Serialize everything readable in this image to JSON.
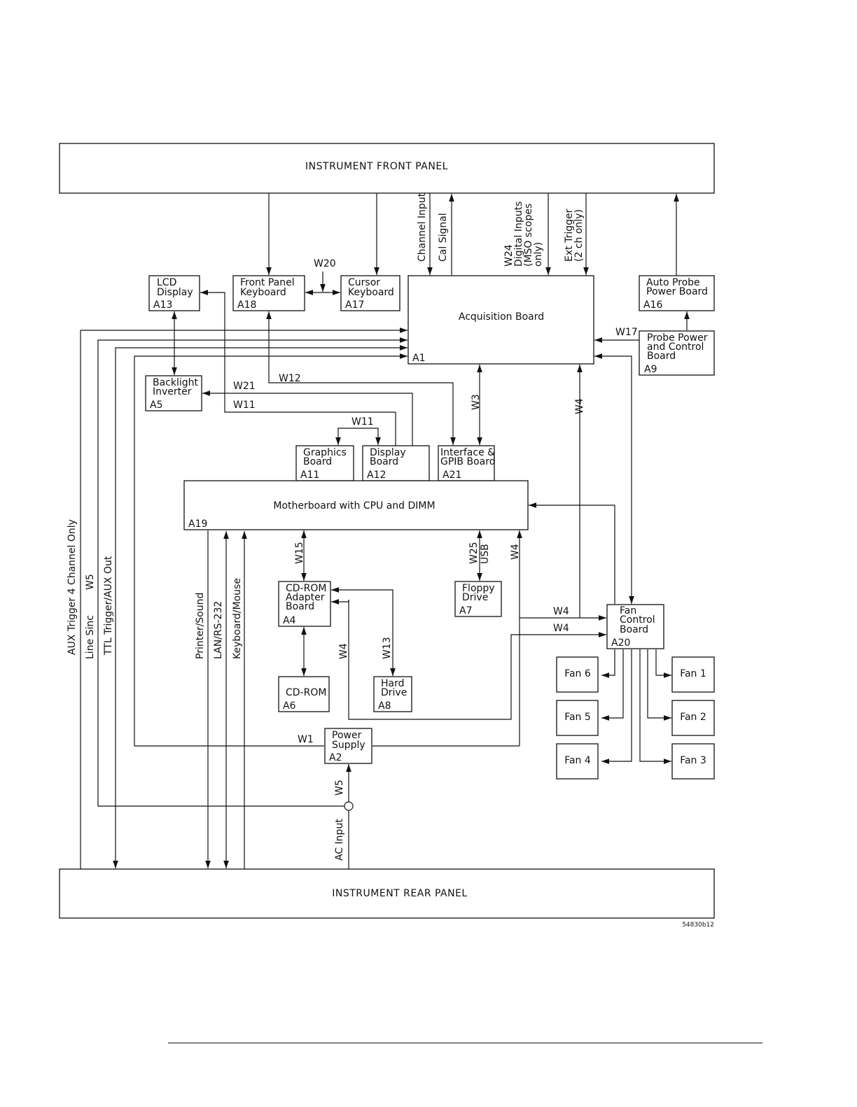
{
  "panels": {
    "front": "INSTRUMENT FRONT PANEL",
    "rear": "INSTRUMENT REAR PANEL"
  },
  "boards": {
    "lcd": {
      "name": [
        "LCD",
        "Display"
      ],
      "ref": "A13"
    },
    "fpk": {
      "name": [
        "Front Panel",
        "Keyboard"
      ],
      "ref": "A18"
    },
    "cursor": {
      "name": [
        "Cursor",
        "Keyboard"
      ],
      "ref": "A17"
    },
    "acq": {
      "name": [
        "Acquisition Board"
      ],
      "ref": "A1"
    },
    "autoprobe": {
      "name": [
        "Auto Probe",
        "Power Board"
      ],
      "ref": "A16"
    },
    "probepower": {
      "name": [
        "Probe Power",
        "and Control",
        "Board"
      ],
      "ref": "A9"
    },
    "backlight": {
      "name": [
        "Backlight",
        "Inverter"
      ],
      "ref": "A5"
    },
    "graphics": {
      "name": [
        "Graphics",
        "Board"
      ],
      "ref": "A11"
    },
    "display": {
      "name": [
        "Display",
        "Board"
      ],
      "ref": "A12"
    },
    "interface": {
      "name": [
        "Interface &",
        "GPIB Board"
      ],
      "ref": "A21"
    },
    "mother": {
      "name": [
        "Motherboard with CPU and DIMM"
      ],
      "ref": "A19"
    },
    "cdadapter": {
      "name": [
        "CD-ROM",
        "Adapter",
        "Board"
      ],
      "ref": "A4"
    },
    "floppy": {
      "name": [
        "Floppy",
        "Drive"
      ],
      "ref": "A7"
    },
    "fanctrl": {
      "name": [
        "Fan",
        "Control",
        "Board"
      ],
      "ref": "A20"
    },
    "cdrom": {
      "name": [
        "CD-ROM"
      ],
      "ref": "A6"
    },
    "hdd": {
      "name": [
        "Hard",
        "Drive"
      ],
      "ref": "A8"
    },
    "psu": {
      "name": [
        "Power",
        "Supply"
      ],
      "ref": "A2"
    }
  },
  "fans": [
    "Fan 1",
    "Fan 2",
    "Fan 3",
    "Fan 4",
    "Fan 5",
    "Fan 6"
  ],
  "signals": {
    "channel_input": "Channel Input",
    "cal_signal": "Cal Signal",
    "digital_inputs": [
      "W24",
      "Digital Inputs",
      "(MSO scopes",
      "only)"
    ],
    "ext_trigger": [
      "Ext Trigger",
      "(2 ch only)"
    ],
    "aux_trigger": "AUX Trigger 4 Channel Only",
    "line_sinc": "Line Sinc",
    "ttl_trigger": "TTL Trigger/AUX Out",
    "printer": "Printer/Sound",
    "lan": "LAN/RS-232",
    "keyboard": "Keyboard/Mouse",
    "ac_input": "AC Input",
    "usb": "USB"
  },
  "wires": {
    "w1": "W1",
    "w3": "W3",
    "w4": "W4",
    "w5": "W5",
    "w11": "W11",
    "w12": "W12",
    "w13": "W13",
    "w15": "W15",
    "w17": "W17",
    "w20": "W20",
    "w21": "W21",
    "w25": "W25"
  },
  "figure_id": "54830b12"
}
